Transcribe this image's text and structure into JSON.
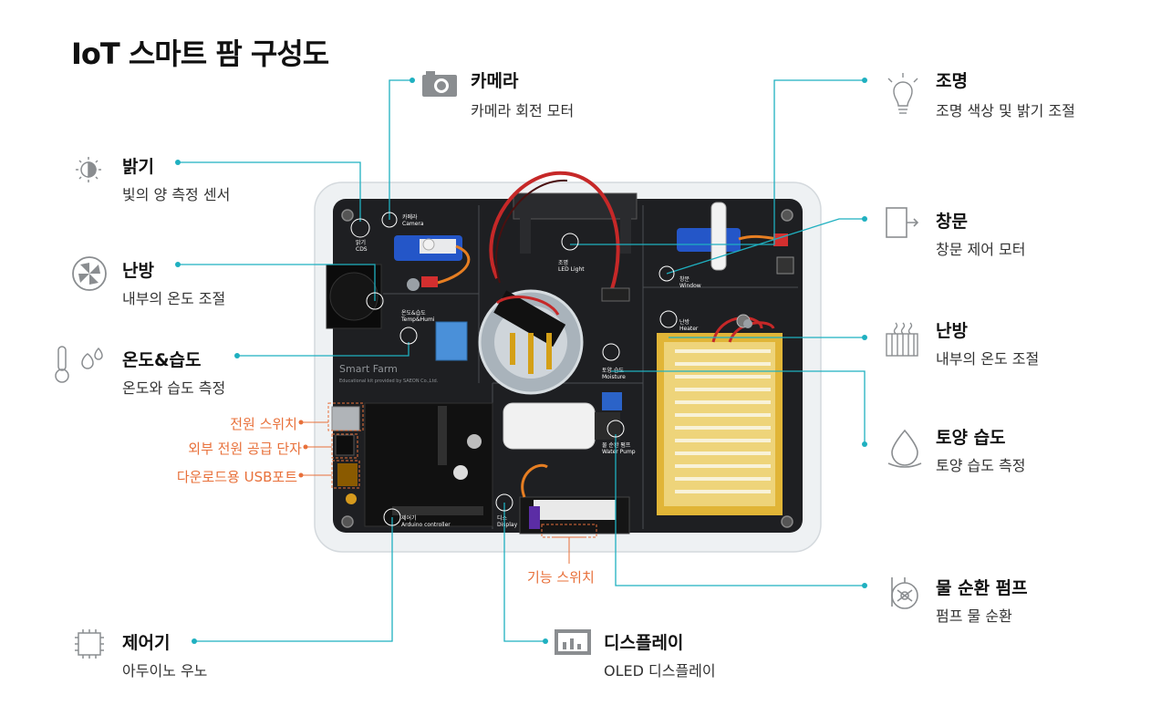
{
  "title": "IoT 스마트 팜 구성도",
  "colors": {
    "accent": "#1fb0c0",
    "annotation": "#e8703a",
    "board": "#1e1f22"
  },
  "callouts": {
    "camera": {
      "title": "카메라",
      "desc": "카메라 회전 모터",
      "icon": "camera-icon"
    },
    "lighting": {
      "title": "조명",
      "desc": "조명 색상 및 밝기 조절",
      "icon": "lightbulb-icon"
    },
    "brightness": {
      "title": "밝기",
      "desc": "빛의 양 측정 센서",
      "icon": "brightness-icon"
    },
    "window": {
      "title": "창문",
      "desc": "창문 제어 모터",
      "icon": "door-icon"
    },
    "heating_left": {
      "title": "난방",
      "desc": "내부의 온도 조절",
      "icon": "fan-icon"
    },
    "heating_right": {
      "title": "난방",
      "desc": "내부의 온도 조절",
      "icon": "radiator-icon"
    },
    "temp_humidity": {
      "title": "온도&습도",
      "desc": "온도와 습도 측정",
      "icon": "thermometer-droplet-icon"
    },
    "soil_moisture": {
      "title": "토양 습도",
      "desc": "토양 습도 측정",
      "icon": "droplet-icon"
    },
    "water_pump": {
      "title": "물 순환 펌프",
      "desc": "펌프 물 순환",
      "icon": "pump-icon"
    },
    "controller": {
      "title": "제어기",
      "desc": "아두이노 우노",
      "icon": "chip-icon"
    },
    "display": {
      "title": "디스플레이",
      "desc": "OLED 디스플레이",
      "icon": "bar-chart-icon"
    }
  },
  "annotations": {
    "power_switch": "전원 스위치",
    "external_power": "외부 전원 공급 단자",
    "usb_port": "다운로드용 USB포트",
    "function_switch": "기능 스위치"
  },
  "board": {
    "brand": "Smart Farm",
    "subtitle": "Educational kit provided by SAEON Co.,Ltd.",
    "labels": {
      "camera": [
        "카메라",
        "Camera"
      ],
      "cds": [
        "밝기",
        "CDS"
      ],
      "led": [
        "조명",
        "LED Light"
      ],
      "window": [
        "창문",
        "Window"
      ],
      "temp": [
        "온도&습도",
        "Temp&Humi"
      ],
      "heater": [
        "난방",
        "Heater"
      ],
      "moisture": [
        "토양 습도",
        "Moisture"
      ],
      "pump": [
        "물 순환 펌프",
        "Water Pump"
      ],
      "display": [
        "디스",
        "Display"
      ],
      "arduino": [
        "제어기",
        "Arduino controller"
      ]
    }
  }
}
